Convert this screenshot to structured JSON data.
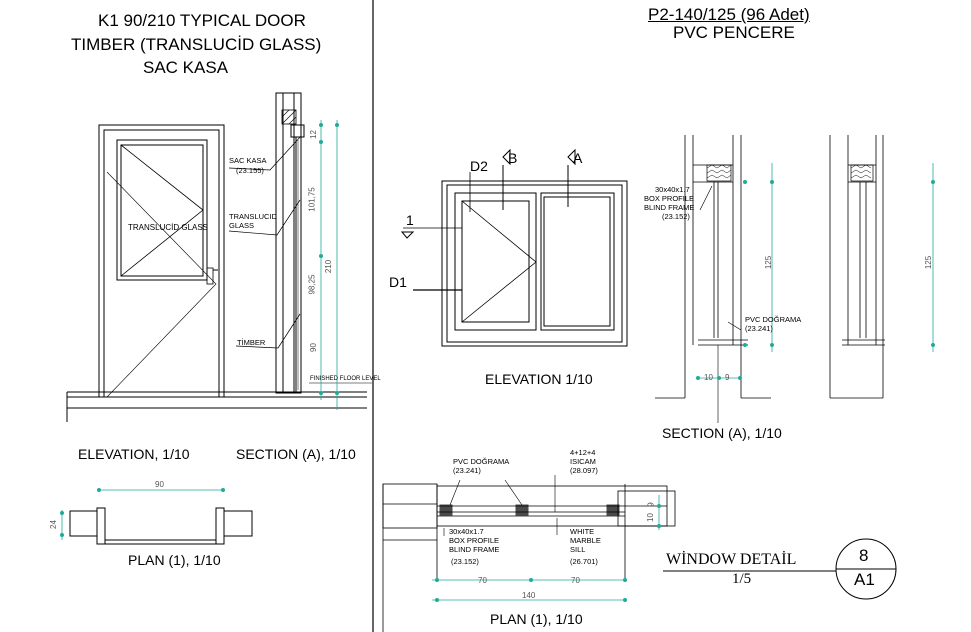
{
  "left": {
    "title_lines": [
      "K1 90/210 TYPICAL DOOR",
      "TIMBER (TRANSLUCİD GLASS)",
      "SAC KASA"
    ],
    "glass_label": "TRANSLUCİD GLASS",
    "sac_kasa_label": "SAC KASA",
    "sac_kasa_code": "(23.155)",
    "translucid_label_1": "TRANSLUCID",
    "translucid_label_2": "GLASS",
    "timber_label": "TİMBER",
    "ffl_label": "FINISHED FLOOR LEVEL",
    "dims": {
      "d12": "12",
      "d10175": "101,75",
      "d9825": "98,25",
      "d210": "210",
      "d90v": "90",
      "d90": "90",
      "d24": "24"
    },
    "elevation_caption": "ELEVATION, 1/10",
    "section_caption": "SECTION (A), 1/10",
    "plan_caption": "PLAN (1), 1/10"
  },
  "right": {
    "title_1": "P2-140/125 (96 Adet)",
    "title_2": "PVC PENCERE",
    "marker_b": "B",
    "marker_a": "A",
    "label_d2": "D2",
    "label_d1": "D1",
    "label_1": "1",
    "elevation_caption": "ELEVATION 1/10",
    "section_caption": "SECTION (A), 1/10",
    "plan_caption": "PLAN (1), 1/10",
    "box_profile_lines": [
      "30x40x1.7",
      "BOX PROFILE",
      "BLIND FRAME",
      "(23.152)"
    ],
    "pvc_dograma_lines": [
      "PVC DOĞRAMA",
      "(23.241)"
    ],
    "isicam_lines": [
      "4+12+4",
      "ISICAM",
      "(28.097)"
    ],
    "marble_lines": [
      "WHITE",
      "MARBLE",
      "SILL",
      "(26.701)"
    ],
    "dims": {
      "d125a": "125",
      "d125b": "125",
      "d10": "10",
      "d9": "9",
      "d70a": "70",
      "d70b": "70",
      "d140": "140",
      "d10v": "10",
      "d9v": "9"
    },
    "detail_title": "WİNDOW DETAİL",
    "detail_scale": "1/5",
    "bubble_top": "8",
    "bubble_bottom": "A1"
  }
}
